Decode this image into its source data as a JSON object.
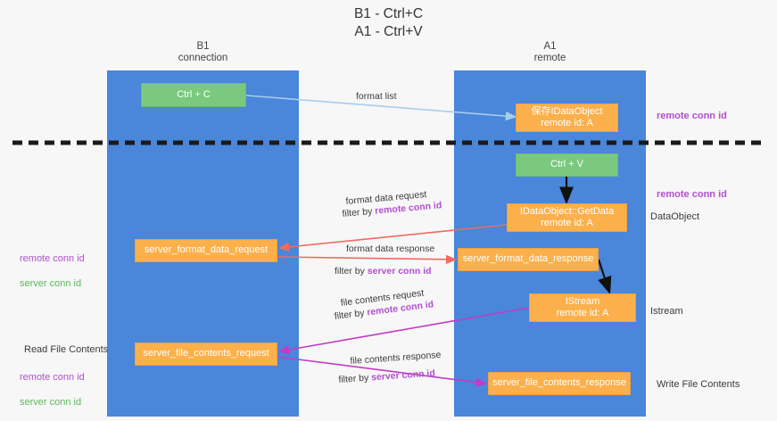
{
  "title": "B1 - Ctrl+C\nA1 - Ctrl+V",
  "lanes": {
    "left": {
      "name": "B1\nconnection"
    },
    "right": {
      "name": "A1\nremote"
    }
  },
  "boxes": {
    "ctrl_c": "Ctrl + C",
    "save_dataobject": "保存IDataObject\nremote id: A",
    "ctrl_v": "Ctrl + V",
    "getdata": "IDataObject::GetData\nremote id: A",
    "server_format_data_request": "server_format_data_request",
    "server_format_data_response": "server_format_data_response",
    "istream": "IStream\nremote id: A",
    "server_file_contents_request": "server_file_contents_request",
    "server_file_contents_response": "server_file_contents_response"
  },
  "edges": {
    "format_list": "format list",
    "format_data_request": "format data request",
    "format_data_request_filter_prefix": "filter by ",
    "format_data_request_filter_value": "remote conn id",
    "format_data_response": "format data response",
    "format_data_response_filter_prefix": "filter by ",
    "format_data_response_filter_value": "server conn id",
    "file_contents_request": "file contents request",
    "file_contents_request_filter_prefix": "filter by ",
    "file_contents_request_filter_value": "remote conn id",
    "file_contents_response": "file contents response",
    "file_contents_response_filter_prefix": "filter by ",
    "file_contents_response_filter_value": "server conn id"
  },
  "annotations": {
    "remote_conn_id_top": "remote conn id",
    "remote_conn_id_mid": "remote conn id",
    "dataobject": "DataObject",
    "istream": "Istream",
    "write_file_contents": "Write File Contents",
    "read_file_contents": "Read File Contents",
    "remote_conn_id_left": "remote conn id",
    "server_conn_id_left": "server conn id",
    "remote_conn_id_left2": "remote conn id",
    "server_conn_id_left2": "server conn id"
  },
  "colors": {
    "lane": "#4a86da",
    "green_box": "#7bc97f",
    "orange_box": "#fbb04c",
    "purple_text": "#b24fd0",
    "green_text": "#5cb85c",
    "arrow_blue": "#a8cdee",
    "arrow_red": "#ee6b5e",
    "arrow_magenta": "#c43bc4",
    "arrow_black": "#000000",
    "divider": "#1a1a1a",
    "background": "#f7f7f7"
  }
}
